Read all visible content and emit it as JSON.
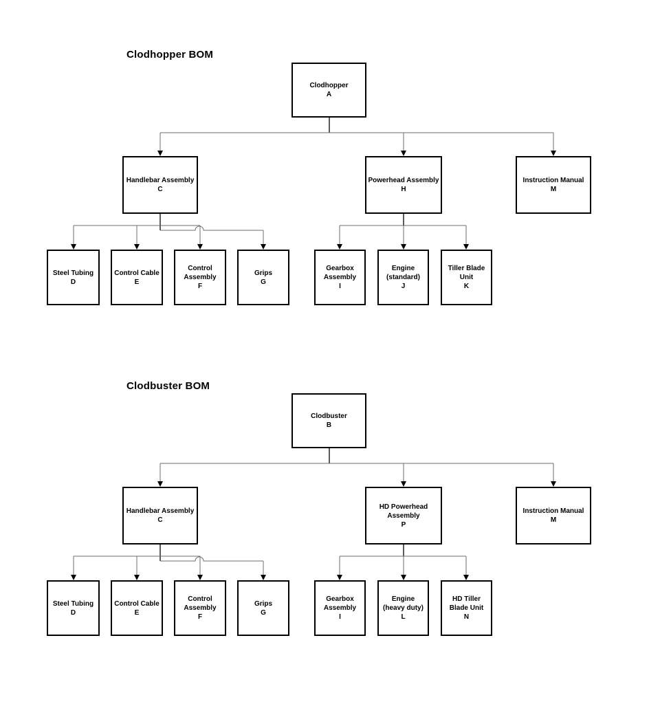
{
  "colors": {
    "background": "#ffffff",
    "box_border": "#000000",
    "box_fill": "#ffffff",
    "connector": "#6e6e6e",
    "stem": "#222222",
    "arrowhead": "#000000",
    "text": "#000000"
  },
  "diagrams": [
    {
      "title": "Clodhopper BOM",
      "nodes": {
        "root": {
          "name": "Clodhopper",
          "code": "A"
        },
        "level2": [
          {
            "name": "Handlebar Assembly",
            "code": "C"
          },
          {
            "name": "Powerhead Assembly",
            "code": "H"
          },
          {
            "name": "Instruction Manual",
            "code": "M"
          }
        ],
        "handlebar_children": [
          {
            "name": "Steel Tubing",
            "code": "D"
          },
          {
            "name": "Control Cable",
            "code": "E"
          },
          {
            "name": "Control Assembly",
            "code": "F"
          },
          {
            "name": "Grips",
            "code": "G"
          }
        ],
        "powerhead_children": [
          {
            "name": "Gearbox Assembly",
            "code": "I"
          },
          {
            "name": "Engine (standard)",
            "code": "J"
          },
          {
            "name": "Tiller Blade Unit",
            "code": "K"
          }
        ]
      }
    },
    {
      "title": "Clodbuster BOM",
      "nodes": {
        "root": {
          "name": "Clodbuster",
          "code": "B"
        },
        "level2": [
          {
            "name": "Handlebar Assembly",
            "code": "C"
          },
          {
            "name": "HD Powerhead Assembly",
            "code": "P"
          },
          {
            "name": "Instruction Manual",
            "code": "M"
          }
        ],
        "handlebar_children": [
          {
            "name": "Steel Tubing",
            "code": "D"
          },
          {
            "name": "Control Cable",
            "code": "E"
          },
          {
            "name": "Control Assembly",
            "code": "F"
          },
          {
            "name": "Grips",
            "code": "G"
          }
        ],
        "powerhead_children": [
          {
            "name": "Gearbox Assembly",
            "code": "I"
          },
          {
            "name": "Engine (heavy duty)",
            "code": "L"
          },
          {
            "name": "HD Tiller Blade Unit",
            "code": "N"
          }
        ]
      }
    }
  ]
}
